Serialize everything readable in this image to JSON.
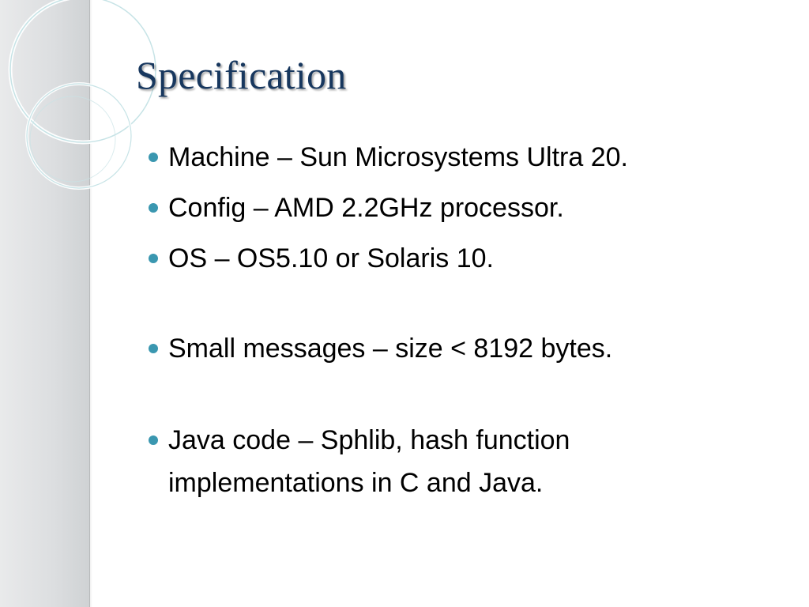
{
  "slide": {
    "title": "Specification",
    "bullets": [
      "Machine – Sun Microsystems Ultra 20.",
      "Config – AMD 2.2GHz processor.",
      "OS – OS5.10 or Solaris 10.",
      "Small messages – size < 8192 bytes.",
      "Java code – Sphlib, hash function implementations in C and Java."
    ]
  },
  "colors": {
    "title": "#17375e",
    "bullet_dot": "#3a97b0",
    "side_panel": "#dcdee0"
  }
}
